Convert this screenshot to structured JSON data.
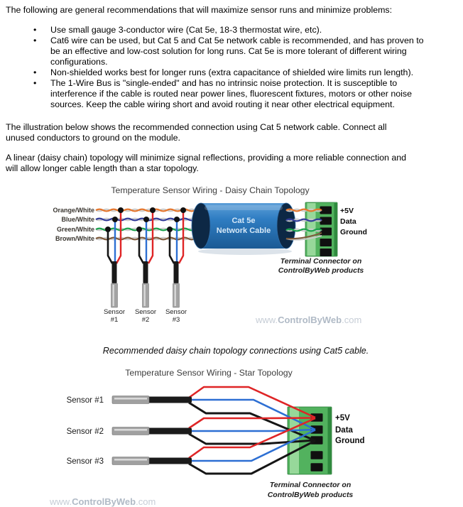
{
  "doc": {
    "bullet_char": "•",
    "p1": {
      "lines": [
        "The following are general recommendations that will maximize sensor runs and minimize problems:"
      ]
    },
    "bullets": [
      {
        "lines": [
          "Use small gauge 3-conductor wire (Cat 5e, 18-3 thermostat wire, etc)."
        ]
      },
      {
        "lines": [
          "Cat6 wire can be used, but Cat 5 and Cat 5e network cable is recommended, and has proven to",
          "be an effective and low-cost solution for long runs. Cat 5e is more tolerant of different wiring",
          "configurations."
        ]
      },
      {
        "lines": [
          "Non-shielded works best for longer runs (extra capacitance of shielded wire limits run length)."
        ]
      },
      {
        "lines": [
          "The 1-Wire Bus is \"single-ended\" and has no intrinsic noise protection. It is susceptible to",
          "interference if the cable is routed near power lines, fluorescent fixtures, motors or other noise",
          "sources. Keep the cable wiring short and avoid routing it near other electrical equipment."
        ]
      }
    ],
    "p2": {
      "lines": [
        "The illustration below shows the recommended connection using Cat 5 network cable. Connect all",
        "unused conductors to ground on the module."
      ]
    },
    "p3": {
      "lines": [
        "A linear (daisy chain) topology will minimize signal reflections, providing a more reliable connection and",
        "will allow longer cable length than a star topology."
      ]
    },
    "caption": "Recommended daisy chain topology connections using Cat5 cable."
  },
  "diagram1": {
    "title": "Temperature Sensor Wiring - Daisy Chain Topology",
    "wire_labels": [
      "Orange/White",
      "Blue/White",
      "Green/White",
      "Brown/White"
    ],
    "cable": {
      "line1": "Cat 5e",
      "line2": "Network Cable"
    },
    "terminal": {
      "plus5v": "+5V",
      "data": "Data",
      "ground": "Ground",
      "caption1": "Terminal Connector on",
      "caption2": "ControlByWeb products"
    },
    "sensors": [
      {
        "l1": "Sensor",
        "l2": "#1"
      },
      {
        "l1": "Sensor",
        "l2": "#2"
      },
      {
        "l1": "Sensor",
        "l2": "#3"
      }
    ],
    "watermark": {
      "pre": "www.",
      "brand": "ControlByWeb",
      "post": ".com"
    }
  },
  "diagram2": {
    "title": "Temperature Sensor Wiring - Star Topology",
    "sensors": [
      "Sensor #1",
      "Sensor #2",
      "Sensor #3"
    ],
    "terminal": {
      "plus5v": "+5V",
      "data": "Data",
      "ground": "Ground",
      "caption1": "Terminal Connector on",
      "caption2": "ControlByWeb products"
    },
    "watermark": {
      "pre": "www.",
      "brand": "ControlByWeb",
      "post": ".com"
    }
  },
  "colors": {
    "wire_orange": "#e4762d",
    "wire_blue_pair": "#333d99",
    "wire_green": "#1ca24d",
    "wire_brown": "#7e5a3c",
    "wire_gray_pair": "#c9c9c9",
    "wire_red": "#df2526",
    "wire_blue_bright": "#2d6fd3",
    "wire_black": "#151515",
    "terminal_green": "#52b25e",
    "terminal_green_light": "#97d89a",
    "terminal_green_dark": "#2f8a3e",
    "cylinder_blue": "#2b7bc4",
    "cylinder_end_navy": "#0d2845",
    "probe_gray": "#a3a3a3",
    "watermark_gray": "#c6cdd6",
    "title_gray": "#3d3d3d"
  }
}
